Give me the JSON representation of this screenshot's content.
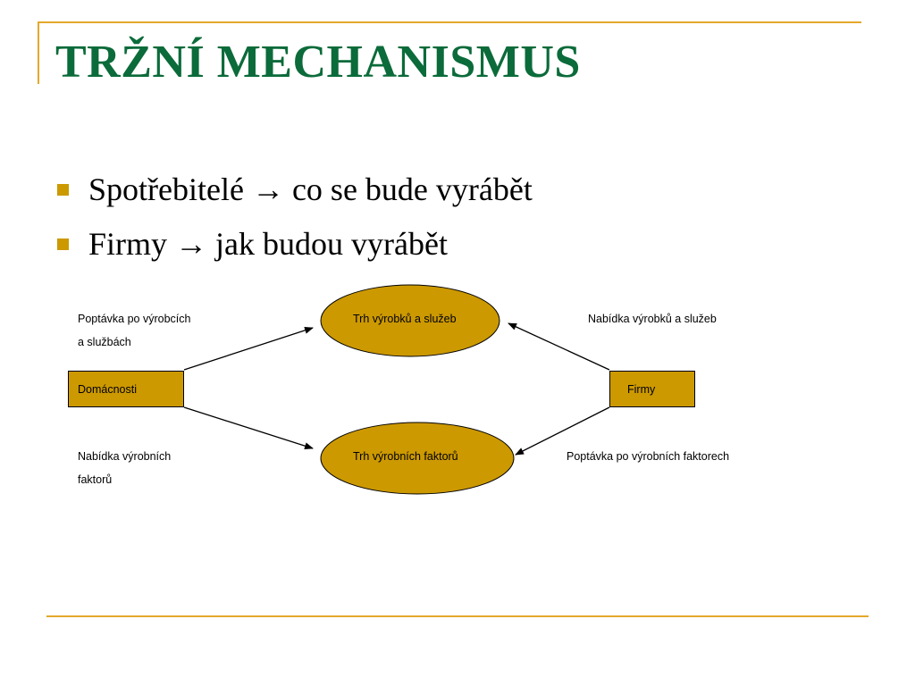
{
  "title": "TRŽNÍ MECHANISMUS",
  "bullets": [
    "Spotřebitelé → co se bude vyrábět",
    "Firmy → jak budou vyrábět"
  ],
  "diagram": {
    "nodes": {
      "households": "Domácnosti",
      "firms": "Firmy",
      "goods_market": "Trh výrobků a služeb",
      "factor_market": "Trh výrobních faktorů"
    },
    "labels": {
      "demand_goods_line1": "Poptávka po výrobcích",
      "demand_goods_line2": "a službách",
      "supply_goods": "Nabídka výrobků a služeb",
      "supply_factors_line1": "Nabídka výrobních",
      "supply_factors_line2": "faktorů",
      "demand_factors": "Poptávka po výrobních faktorech"
    }
  },
  "colors": {
    "title": "#0b6b3a",
    "accent_line": "#e3a82b",
    "bullet_marker": "#cc9900",
    "node_fill": "#cc9900",
    "stroke": "#000000"
  }
}
